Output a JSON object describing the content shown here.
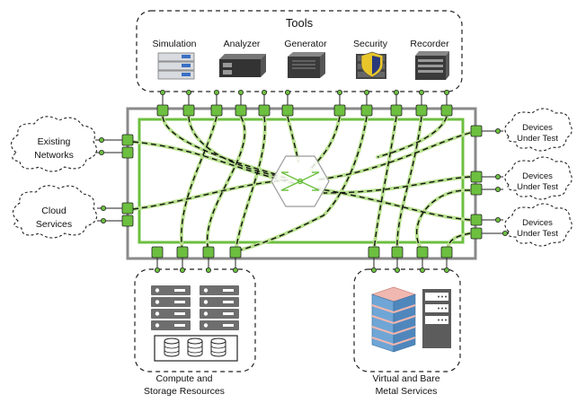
{
  "tools": {
    "title": "Tools",
    "items": [
      "Simulation",
      "Analyzer",
      "Generator",
      "Security",
      "Recorder"
    ]
  },
  "left_clouds": [
    {
      "line1": "Existing",
      "line2": "Networks"
    },
    {
      "line1": "Cloud",
      "line2": "Services"
    }
  ],
  "right_clouds": [
    {
      "line1": "Devices",
      "line2": "Under Test"
    },
    {
      "line1": "Devices",
      "line2": "Under Test"
    },
    {
      "line1": "Devices",
      "line2": "Under Test"
    }
  ],
  "bottom_groups": [
    {
      "line1": "Compute and",
      "line2": "Storage Resources"
    },
    {
      "line1": "Virtual and Bare",
      "line2": "Metal Services"
    }
  ],
  "colors": {
    "green": "#6cbf3f",
    "dark_green": "#2f7d1d",
    "light_green": "#b8e08e",
    "frame_gray": "#8a8a8a",
    "hex_gray": "#9a9a9a"
  }
}
